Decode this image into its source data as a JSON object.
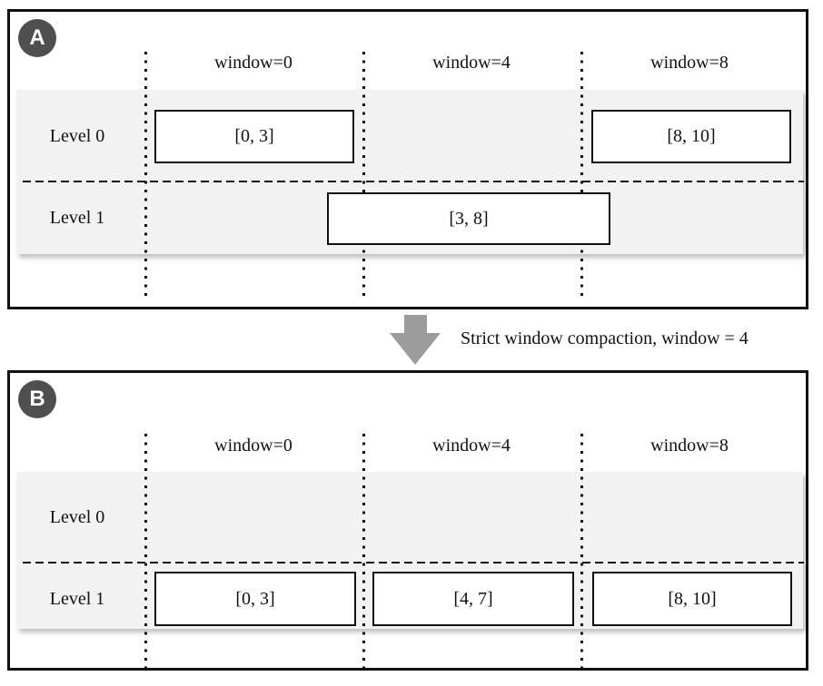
{
  "colors": {
    "badge_bg": "#4f4f4f",
    "band_bg": "#f2f2f2",
    "arrow": "#9c9c9c",
    "border": "#111111"
  },
  "transition_label": "Strict window compaction, window = 4",
  "panelA": {
    "badge": "A",
    "column_headers": [
      "window=0",
      "window=4",
      "window=8"
    ],
    "row_labels": [
      "Level 0",
      "Level 1"
    ],
    "level0_boxes": [
      {
        "label": "[0, 3]"
      },
      {
        "label": "[8, 10]"
      }
    ],
    "level1_boxes": [
      {
        "label": "[3, 8]"
      }
    ]
  },
  "panelB": {
    "badge": "B",
    "column_headers": [
      "window=0",
      "window=4",
      "window=8"
    ],
    "row_labels": [
      "Level 0",
      "Level 1"
    ],
    "level0_boxes": [],
    "level1_boxes": [
      {
        "label": "[0, 3]"
      },
      {
        "label": "[4, 7]"
      },
      {
        "label": "[8, 10]"
      }
    ]
  }
}
